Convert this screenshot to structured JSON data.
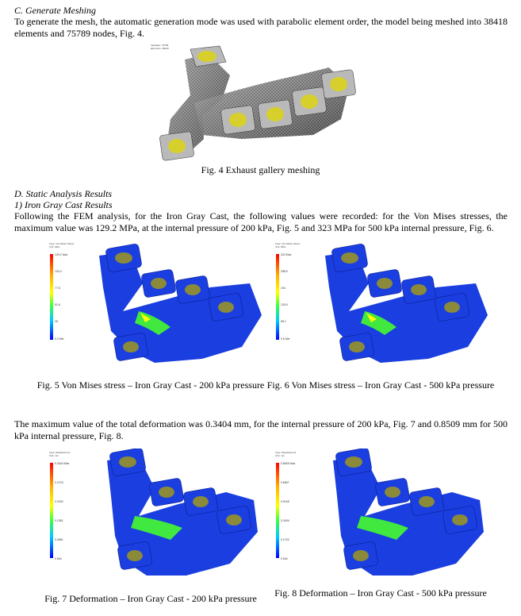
{
  "section_c": {
    "heading": "C.   Generate Meshing",
    "para": "To generate the mesh, the automatic generation mode was used with parabolic element order, the model being meshed into 38418 elements and 75789 nodes, Fig. 4."
  },
  "fig4": {
    "caption": "Fig. 4  Exhaust gallery meshing"
  },
  "section_d": {
    "heading": "D.   Static Analysis Results",
    "sub1": "1)     Iron Gray Cast Results",
    "para1": "Following the FEM analysis, for the Iron Gray Cast, the following values were recorded: for the Von Mises stresses, the maximum value was 129.2 MPa, at the internal pressure of 200 kPa, Fig. 5 and 323 MPa for 500 kPa internal pressure, Fig. 6.",
    "para2": "The maximum value of the total deformation was 0.3404 mm, for the internal pressure of 200 kPa, Fig. 7 and 0.8509 mm for 500 kPa internal pressure, Fig. 8."
  },
  "fig5": {
    "caption": "Fig. 5  Von Mises stress – Iron Gray Cast - 200 kPa pressure",
    "legend": [
      "129.2 Max",
      "103.4",
      "77.6",
      "51.8",
      "26",
      "0.2 Min"
    ]
  },
  "fig6": {
    "caption": "Fig. 6  Von Mises stress – Iron Gray Cast - 500 kPa pressure",
    "legend": [
      "323 Max",
      "258.5",
      "194",
      "129.5",
      "65.1",
      "0.6 Min"
    ]
  },
  "fig7": {
    "caption": "Fig. 7  Deformation – Iron Gray Cast - 200 kPa pressure",
    "legend": [
      "0.3404 Max",
      "0.2723",
      "0.2042",
      "0.1361",
      "0.0681",
      "0 Min"
    ]
  },
  "fig8": {
    "caption": "Fig. 8  Deformation – Iron Gray Cast - 500 kPa pressure",
    "legend": [
      "0.8509 Max",
      "0.6807",
      "0.5105",
      "0.3404",
      "0.1702",
      "0 Min"
    ]
  },
  "colors": {
    "part_blue": "#1a3ee0",
    "mesh_gray": "#8c8c8c",
    "flange_yellow": "#d7d02c"
  }
}
